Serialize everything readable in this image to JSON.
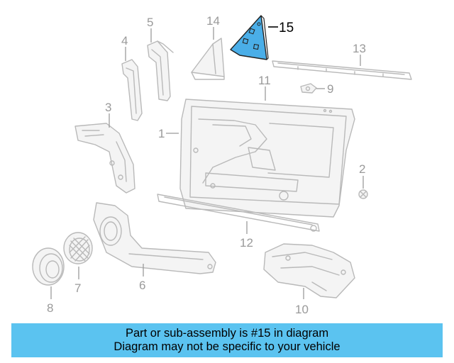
{
  "diagram": {
    "highlight_color": "#4aaee8",
    "callouts": [
      "1",
      "2",
      "3",
      "4",
      "5",
      "6",
      "7",
      "8",
      "9",
      "10",
      "11",
      "12",
      "13",
      "14"
    ],
    "highlighted_callout": "15"
  },
  "banner": {
    "line1": "Part or sub-assembly is #15 in diagram",
    "line2": "Diagram may not be specific to your vehicle",
    "background": "#5bc3f0"
  }
}
